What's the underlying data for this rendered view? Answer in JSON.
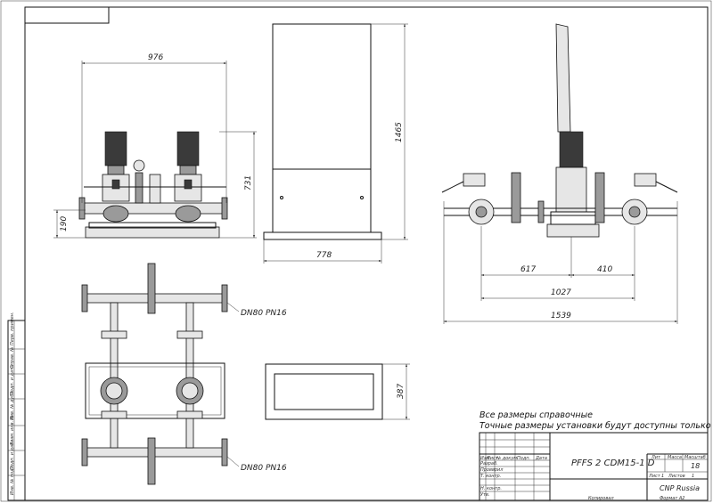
{
  "dimensions": {
    "front_width": "976",
    "front_height_total": "731",
    "front_height_base": "190",
    "side_width": "778",
    "side_height": "1465",
    "right_dim_617": "617",
    "right_dim_410": "410",
    "right_dim_1027": "1027",
    "right_dim_1539": "1539",
    "base_depth": "387"
  },
  "pipe_labels": {
    "top": "DN80 PN16",
    "bottom": "DN80 PN16"
  },
  "notes": {
    "line1": "Все размеры справочные",
    "line2": "Точные размеры установки будут доступны только после сборки"
  },
  "title_block": {
    "designation": "PFFS 2 CDM15-1 D",
    "col_lit": "Лит",
    "col_mass": "Масса",
    "col_scale": "Масштаб",
    "scale_value": "18",
    "sheet_label": "Лист",
    "sheet_value": "1",
    "sheets_label": "Листов",
    "sheets_value": "1",
    "company": "CNP Russia",
    "copied": "Копировал",
    "format": "Формат A2",
    "row_labels": [
      "Изм",
      "Лист",
      "№ докум.",
      "Подп.",
      "Дата"
    ],
    "roles": [
      "Разраб.",
      "Провврил",
      "Т. контр.",
      "",
      "Н. контр.",
      "Утв."
    ]
  },
  "side_strip": [
    "Инв. № подл.",
    "Подп. и дата",
    "Взам. инв. №",
    "Инв. № дубл.",
    "Подп. и дата",
    "Справ. №",
    "Перв. примен."
  ]
}
